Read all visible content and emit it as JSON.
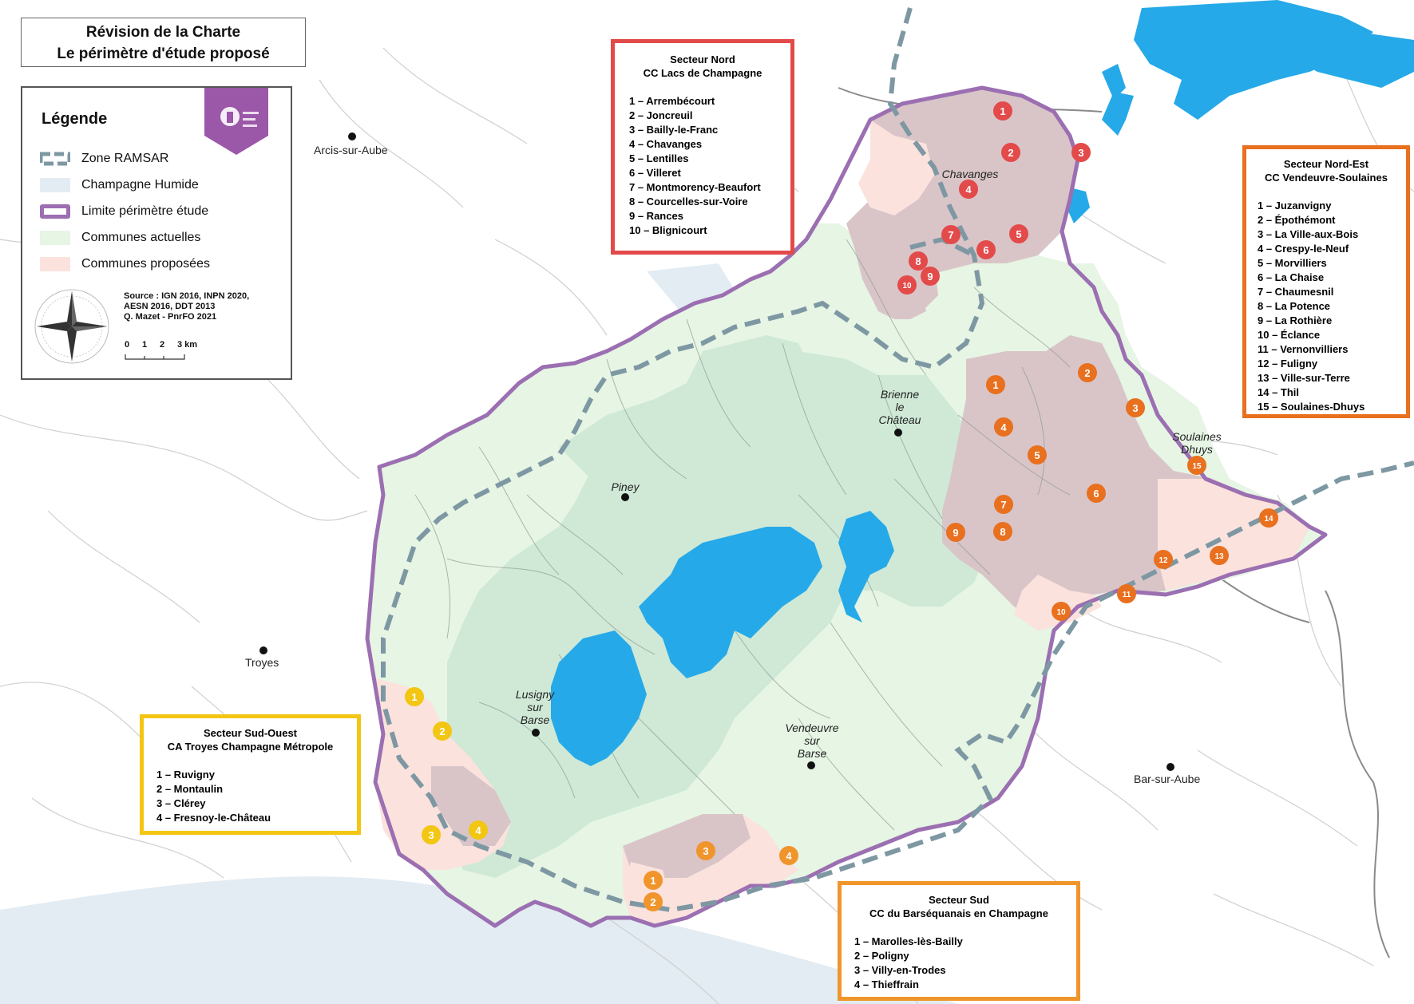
{
  "title": {
    "line1": "Révision de la Charte",
    "line2": "Le périmètre d'étude proposé"
  },
  "legend": {
    "title": "Légende",
    "items": [
      {
        "label": "Zone RAMSAR",
        "color": "#7e98a3"
      },
      {
        "label": "Champagne Humide",
        "color": "#e3ecf2"
      },
      {
        "label": "Limite périmètre étude",
        "color": "#9b6fb1"
      },
      {
        "label": "Communes actuelles",
        "color": "#e6f5e4"
      },
      {
        "label": "Communes proposées",
        "color": "#fbe2dd"
      }
    ],
    "source": [
      "Source : IGN 2016, INPN 2020,",
      "AESN 2016, DDT 2013",
      "Q. Mazet - PnrFO 2021"
    ],
    "scale": {
      "ticks": [
        "0",
        "1",
        "2",
        "3 km"
      ]
    }
  },
  "colors": {
    "north": "#e34a4a",
    "northeast": "#e8701e",
    "south": "#f0952c",
    "southwest": "#f2c613",
    "water": "#26a9e8",
    "lake_area": "#cfe9d6",
    "boundary": "#9b6fb1"
  },
  "places": {
    "chavanges": "Chavanges",
    "brienne": [
      "Brienne",
      "le",
      "Château"
    ],
    "piney": "Piney",
    "lusigny": [
      "Lusigny",
      "sur",
      "Barse"
    ],
    "vendeuvre": [
      "Vendeuvre",
      "sur",
      "Barse"
    ],
    "soulaines": [
      "Soulaines",
      "Dhuys"
    ],
    "arcis": "Arcis-sur-Aube",
    "troyes": "Troyes",
    "bar": "Bar-sur-Aube"
  },
  "sectors": {
    "north": {
      "title": "Secteur Nord",
      "subtitle": "CC Lacs de Champagne",
      "items": [
        "1 – Arrembécourt",
        "2 – Joncreuil",
        "3 – Bailly-le-Franc",
        "4 – Chavanges",
        "5 – Lentilles",
        "6 – Villeret",
        "7 – Montmorency-Beaufort",
        "8 – Courcelles-sur-Voire",
        "9 – Rances",
        "10 – Blignicourt"
      ]
    },
    "northeast": {
      "title": "Secteur Nord-Est",
      "subtitle": "CC Vendeuvre-Soulaines",
      "items": [
        "1 – Juzanvigny",
        "2 – Épothémont",
        "3 – La Ville-aux-Bois",
        "4 – Crespy-le-Neuf",
        "5 – Morvilliers",
        "6 – La Chaise",
        "7 – Chaumesnil",
        "8 – La Potence",
        "9 – La Rothière",
        "10 – Éclance",
        "11 – Vernonvilliers",
        "12 – Fuligny",
        "13 – Ville-sur-Terre",
        "14 – Thil",
        "15 – Soulaines-Dhuys"
      ]
    },
    "southwest": {
      "title": "Secteur Sud-Ouest",
      "subtitle": "CA Troyes Champagne Métropole",
      "items": [
        "1 – Ruvigny",
        "2 – Montaulin",
        "3 – Clérey",
        "4 – Fresnoy-le-Château"
      ]
    },
    "south": {
      "title": "Secteur Sud",
      "subtitle": "CC du Barséquanais en Champagne",
      "items": [
        "1 – Marolles-lès-Bailly",
        "2 – Poligny",
        "3 – Villy-en-Trodes",
        "4 – Thieffrain"
      ]
    }
  },
  "markers": {
    "north": [
      "1",
      "2",
      "3",
      "4",
      "5",
      "6",
      "7",
      "8",
      "9",
      "10"
    ],
    "northeast": [
      "1",
      "2",
      "3",
      "4",
      "5",
      "6",
      "7",
      "8",
      "9",
      "10",
      "11",
      "12",
      "13",
      "14",
      "15"
    ],
    "southwest": [
      "1",
      "2",
      "3",
      "4"
    ],
    "south": [
      "1",
      "2",
      "3",
      "4"
    ]
  }
}
